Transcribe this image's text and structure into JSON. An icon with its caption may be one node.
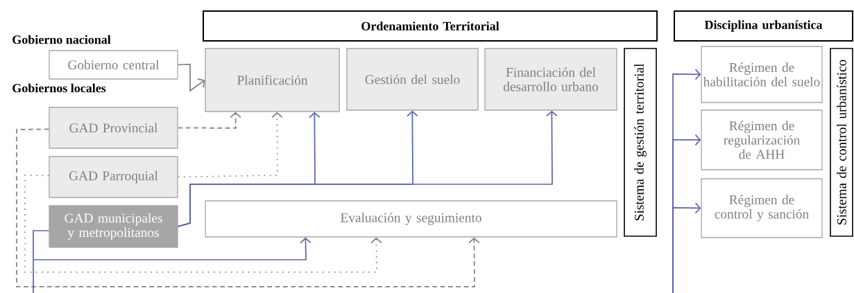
{
  "diagram": {
    "nodes": [
      {
        "text": [
          "Ordenamiento Territorial"
        ]
      },
      {
        "text": [
          "Disciplina urbanística"
        ]
      },
      {
        "text": [
          "Gobierno central"
        ]
      },
      {
        "text": [
          "Planificación"
        ]
      },
      {
        "text": [
          "Gestión del suelo"
        ]
      },
      {
        "text": [
          "Financiación del desarrollo urbano"
        ]
      },
      {
        "text": [
          "Sistema de gestión territorial"
        ]
      },
      {
        "text": [
          "GAD Provincial"
        ]
      },
      {
        "text": [
          "GAD Parroquial"
        ]
      },
      {
        "text": [
          "GAD municipales y metropolitanos"
        ]
      },
      {
        "text": [
          "Evaluación y seguimiento"
        ]
      },
      {
        "text": [
          "Régimen de habilitación del suelo"
        ]
      },
      {
        "text": [
          "Régimen de regularización de AHH"
        ]
      },
      {
        "text": [
          "Régimen de control y sanción"
        ]
      },
      {
        "text": [
          "Sistema de control urbanístico"
        ]
      }
    ],
    "edges": [
      {
        "from": 2,
        "to": 3,
        "arrow": "to",
        "color": "#808080"
      },
      {
        "from": 7,
        "to": 3,
        "arrow": "to",
        "style": "dashed",
        "color": "#808080"
      },
      {
        "from": 8,
        "to": 3,
        "arrow": "to",
        "style": "dashed",
        "color": "#808080"
      },
      {
        "from": 9,
        "to": 3,
        "arrow": "to"
      },
      {
        "from": 9,
        "to": 4,
        "arrow": "to"
      },
      {
        "from": 9,
        "to": 5,
        "arrow": "to"
      },
      {
        "from": 9,
        "to": 10,
        "arrow": "to"
      },
      {
        "from": 8,
        "to": 10,
        "arrow": "to",
        "style": "dashed",
        "color": "#808080"
      },
      {
        "from": 7,
        "to": 10,
        "arrow": "to",
        "style": "dashed",
        "color": "#808080"
      },
      {
        "from": null,
        "to": 11,
        "arrow": "to"
      },
      {
        "from": null,
        "to": 12,
        "arrow": "to"
      },
      {
        "from": null,
        "to": 13,
        "arrow": "to"
      }
    ],
    "labels": [
      "Gobierno nacional",
      "Gobiernos locales"
    ]
  }
}
